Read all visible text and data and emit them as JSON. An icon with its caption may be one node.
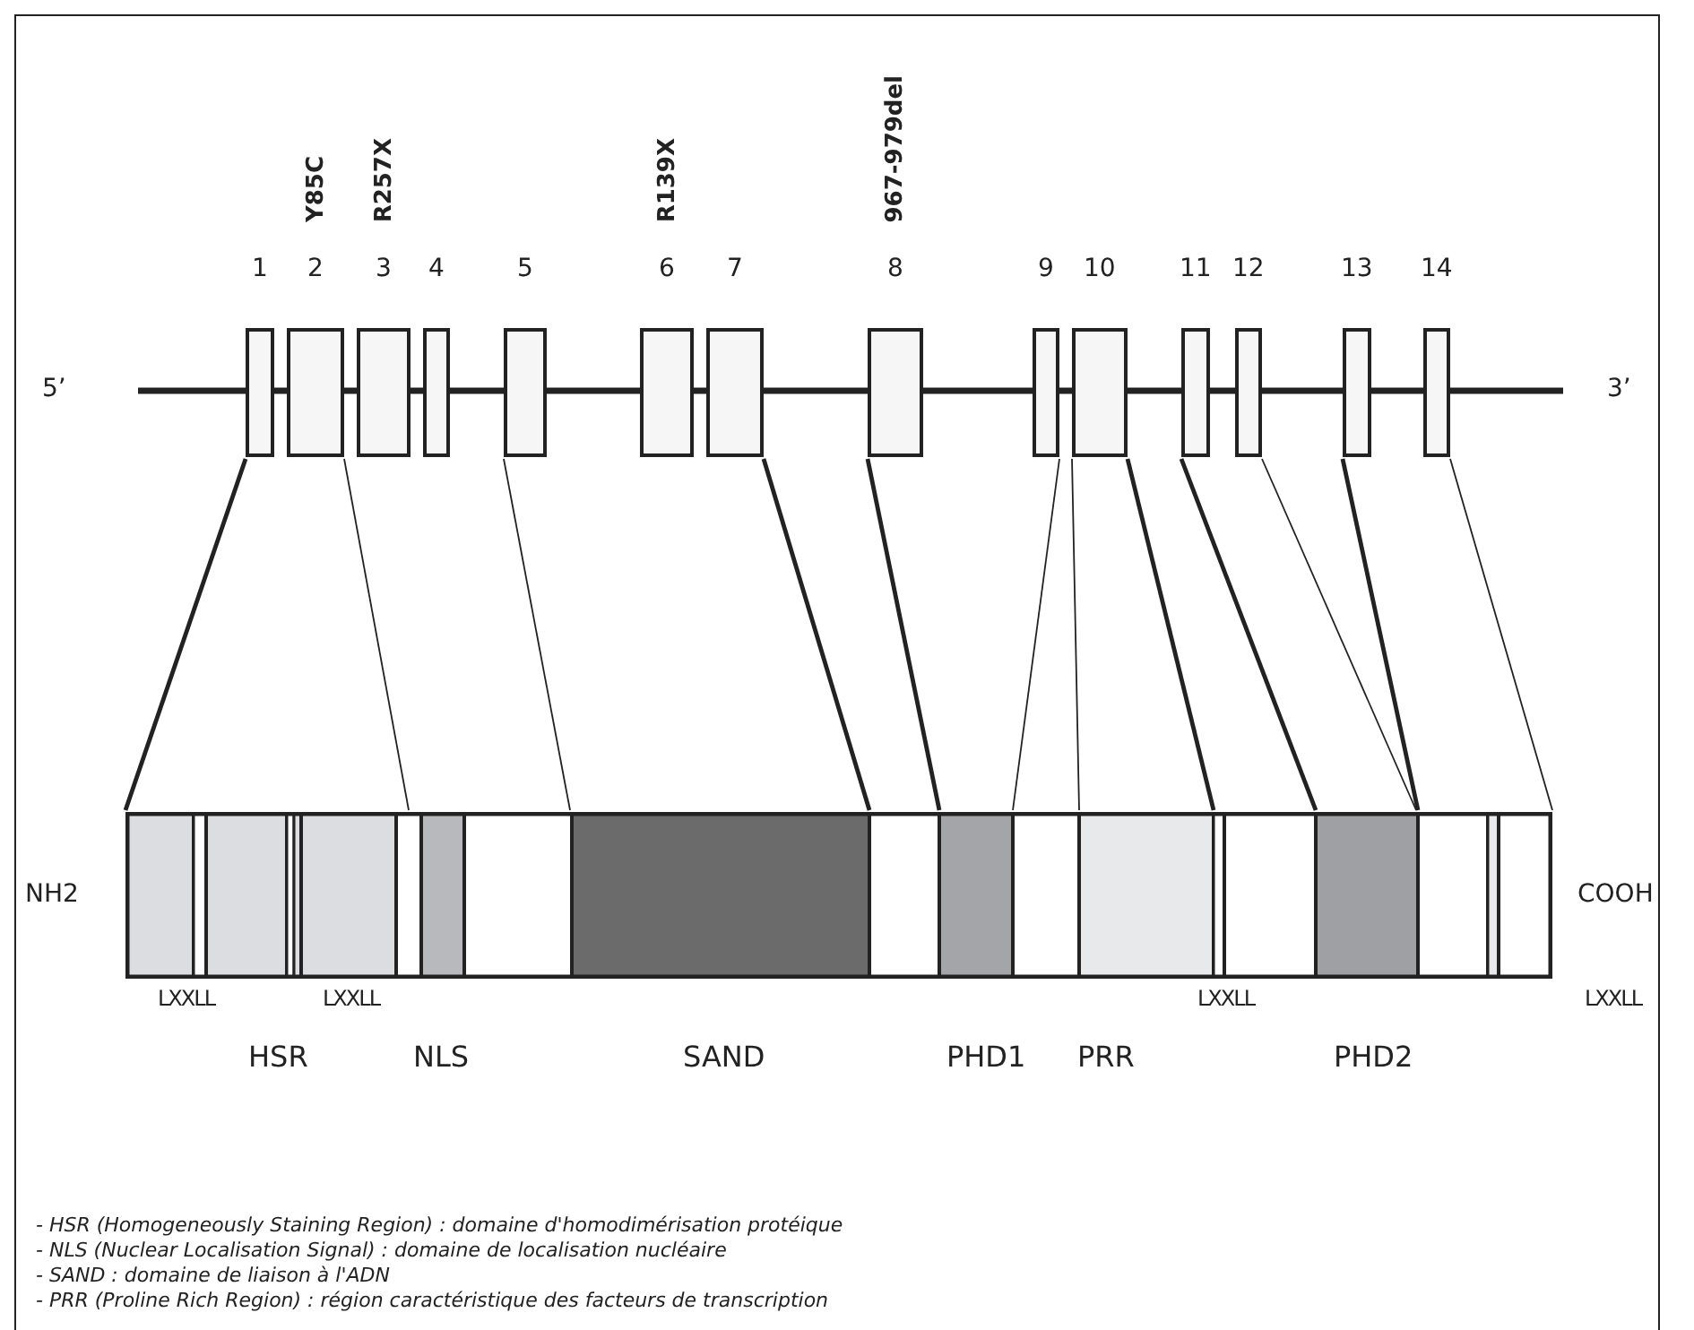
{
  "diagram": {
    "nodes": [
      {
        "text": [],
        "shape": "box",
        "beside": [
          "1"
        ]
      },
      {
        "text": [],
        "shape": "box",
        "beside": [
          "2",
          "Y85C"
        ]
      },
      {
        "text": [],
        "shape": "box",
        "beside": [
          "3",
          "R257X"
        ]
      },
      {
        "text": [],
        "shape": "box",
        "beside": [
          "4"
        ]
      },
      {
        "text": [],
        "shape": "box",
        "beside": [
          "5"
        ]
      },
      {
        "text": [],
        "shape": "box",
        "beside": [
          "6",
          "R139X"
        ]
      },
      {
        "text": [],
        "shape": "box",
        "beside": [
          "7"
        ]
      },
      {
        "text": [],
        "shape": "box",
        "beside": [
          "8",
          "967-979del"
        ]
      },
      {
        "text": [],
        "shape": "box",
        "beside": [
          "9"
        ]
      },
      {
        "text": [],
        "shape": "box",
        "beside": [
          "10"
        ]
      },
      {
        "text": [],
        "shape": "box",
        "beside": [
          "11"
        ]
      },
      {
        "text": [],
        "shape": "box",
        "beside": [
          "12"
        ]
      },
      {
        "text": [],
        "shape": "box",
        "beside": [
          "13"
        ]
      },
      {
        "text": [],
        "shape": "box",
        "beside": [
          "14"
        ]
      },
      {
        "text": [],
        "shape": "bar"
      }
    ],
    "edges": [
      {
        "from": 0,
        "to": 14,
        "arrow": "none",
        "style": "thick"
      },
      {
        "from": 1,
        "to": 14,
        "arrow": "none"
      },
      {
        "from": 4,
        "to": 14,
        "arrow": "none"
      },
      {
        "from": 6,
        "to": 14,
        "arrow": "none",
        "style": "thick"
      },
      {
        "from": 7,
        "to": 14,
        "arrow": "none",
        "style": "thick"
      },
      {
        "from": 8,
        "to": 14,
        "arrow": "none"
      },
      {
        "from": 9,
        "to": 14,
        "arrow": "none"
      },
      {
        "from": 9,
        "to": 14,
        "arrow": "none",
        "style": "thick"
      },
      {
        "from": 10,
        "to": 14,
        "arrow": "none",
        "style": "thick"
      },
      {
        "from": 11,
        "to": 14,
        "arrow": "none"
      },
      {
        "from": 12,
        "to": 14,
        "arrow": "none",
        "style": "thick"
      },
      {
        "from": 13,
        "to": 14,
        "arrow": "none"
      }
    ],
    "labels": [
      "5’",
      "3’",
      "NH2",
      "COOH",
      "LXXLL",
      "LXXLL",
      "LXXLL",
      "LXXLL",
      "HSR",
      "NLS",
      "SAND",
      "PHD1",
      "PRR",
      "PHD2",
      "- HSR (Homogeneously Staining Region) : domaine d'homodimérisation protéique",
      "- NLS (Nuclear Localisation Signal) : domaine de localisation nucléaire",
      "- SAND : domaine de liaison à l'ADN",
      "- PRR (Proline Rich Region) : région caractéristique des facteurs de transcription"
    ]
  }
}
